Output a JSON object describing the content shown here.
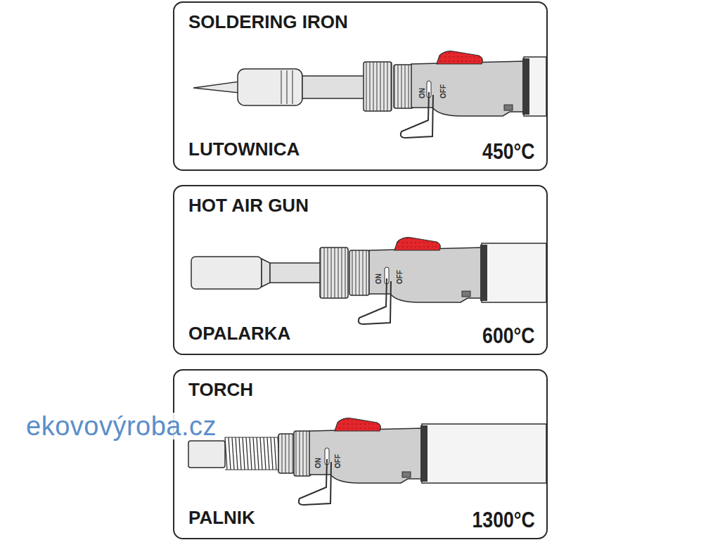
{
  "diagram": {
    "nodes": [
      {
        "text": [
          "SOLDERING IRON",
          "LUTOWNICA",
          "450°C"
        ]
      },
      {
        "text": [
          "HOT AIR GUN",
          "OPALARKA",
          "600°C"
        ]
      },
      {
        "text": [
          "TORCH",
          "PALNIK",
          "1300°C"
        ]
      }
    ],
    "labels": [
      "ON",
      "OFF",
      "ON",
      "OFF",
      "ON",
      "OFF",
      "ekovovýroba.cz"
    ]
  }
}
